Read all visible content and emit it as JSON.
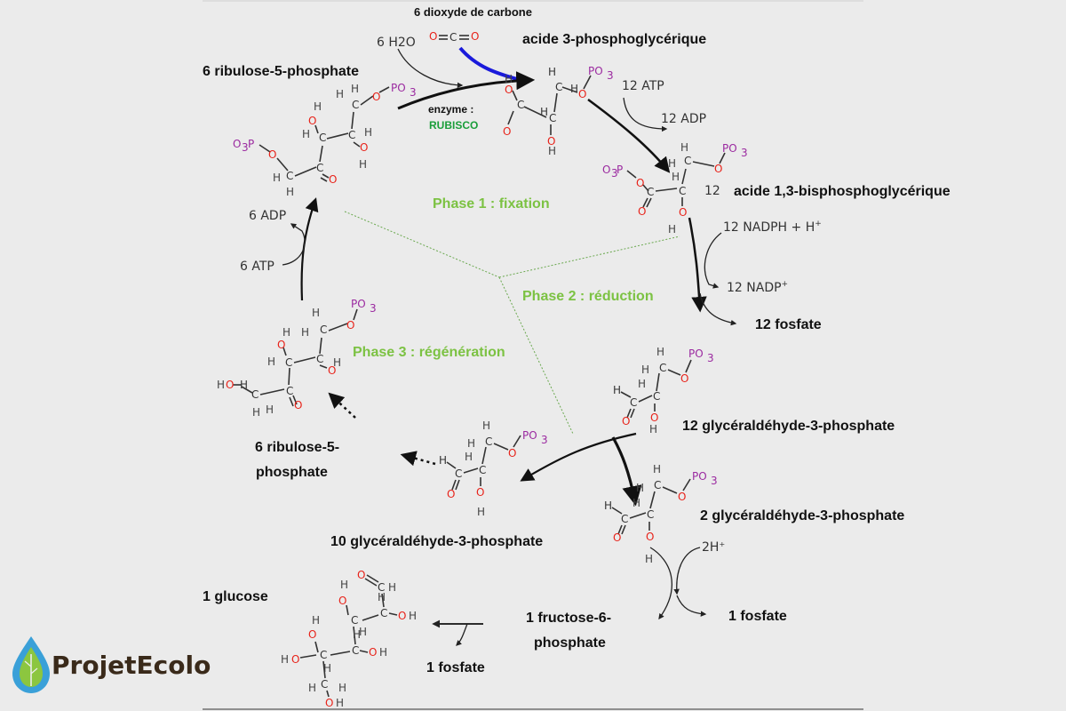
{
  "labels": {
    "co2": "6 dioxyde de carbone",
    "water": "6 H2O",
    "pga": "acide 3-phosphoglycérique",
    "rubp_top": "6 ribulose-5-phosphate",
    "enzyme": "enzyme :",
    "rubisco": "RUBISCO",
    "atp12": "12 ATP",
    "adp12": "12 ADP",
    "bpga": "acide 1,3-bisphosphoglycérique",
    "bpga_count": "12",
    "nadph": "12 NADPH + H",
    "nadp": "12 NADP",
    "fosfate12": "12 fosfate",
    "g3p12": "12 glycéraldéhyde-3-phosphate",
    "g3p2": "2 glycéraldéhyde-3-phosphate",
    "g3p10": "10 glycéraldéhyde-3-phosphate",
    "ru5p_line1": "6 ribulose-5-",
    "ru5p_line2": "phosphate",
    "adp6": "6 ADP",
    "atp6": "6 ATP",
    "h2": "2H",
    "fosfate1a": "1 fosfate",
    "f6p_line1": "1 fructose-6-",
    "f6p_line2": "phosphate",
    "fosfate1b": "1 fosfate",
    "glucose": "1 glucose"
  },
  "phases": {
    "p1": "Phase 1 : fixation",
    "p2": "Phase 2 : réduction",
    "p3": "Phase 3 : régénération"
  },
  "logo": {
    "text": "ProjetEcolo",
    "icon": "leaf-drop-icon"
  },
  "colors": {
    "phase": "#7cc243",
    "rubisco": "#1a9e3a",
    "co2_arrow": "#1a1adb",
    "oxygen": "#e8231a",
    "phosphate": "#9b2aa0"
  }
}
